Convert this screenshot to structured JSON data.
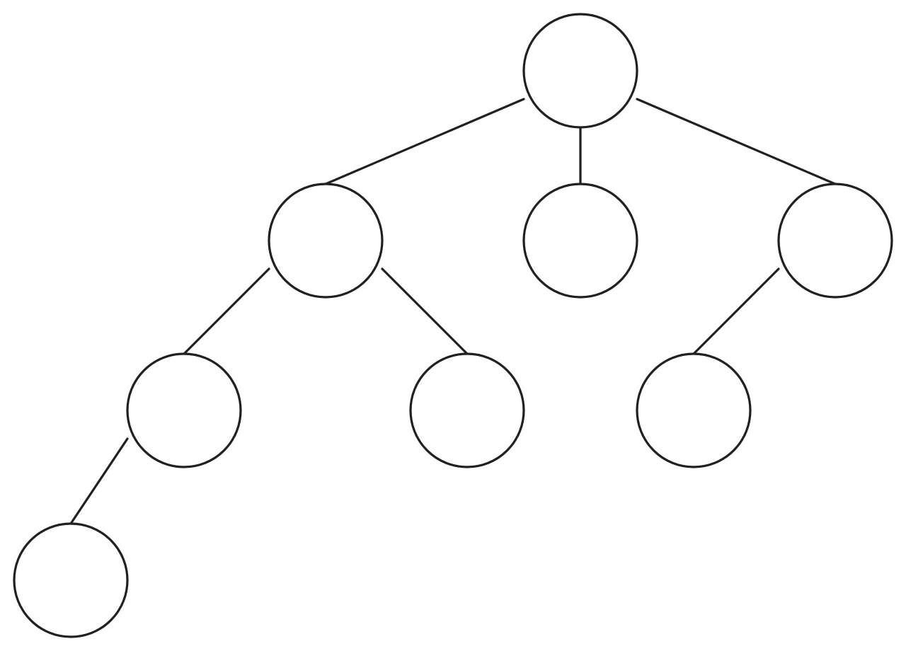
{
  "diagram": {
    "type": "tree",
    "colors": {
      "background": "#ffffff",
      "stroke": "#231f20"
    },
    "nodes": [
      {
        "id": "root",
        "label": ""
      },
      {
        "id": "a",
        "label": ""
      },
      {
        "id": "b",
        "label": ""
      },
      {
        "id": "c",
        "label": ""
      },
      {
        "id": "a1",
        "label": ""
      },
      {
        "id": "a2",
        "label": ""
      },
      {
        "id": "c1",
        "label": ""
      },
      {
        "id": "a1a",
        "label": ""
      }
    ],
    "edges": [
      {
        "from": "root",
        "to": "a"
      },
      {
        "from": "root",
        "to": "b"
      },
      {
        "from": "root",
        "to": "c"
      },
      {
        "from": "a",
        "to": "a1"
      },
      {
        "from": "a",
        "to": "a2"
      },
      {
        "from": "c",
        "to": "c1"
      },
      {
        "from": "a1",
        "to": "a1a"
      }
    ]
  }
}
